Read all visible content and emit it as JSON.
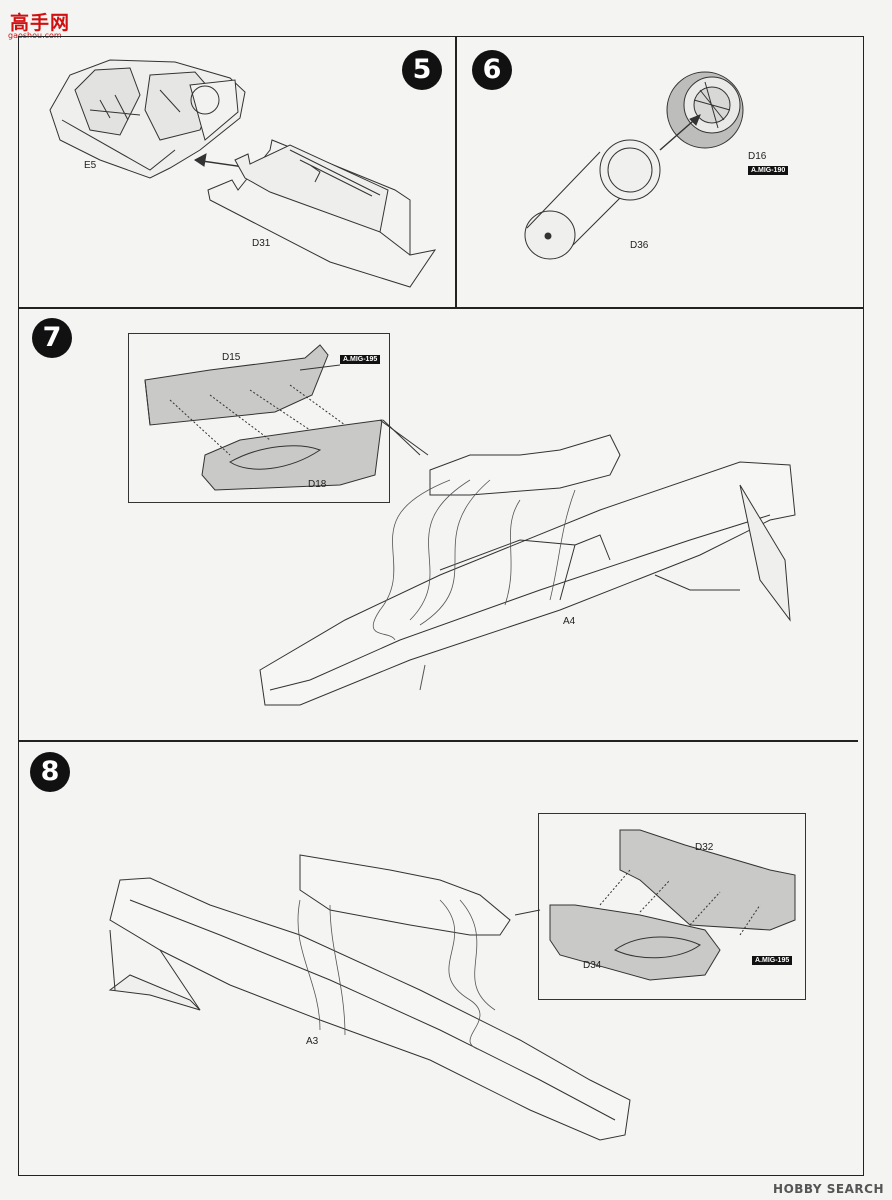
{
  "watermark": {
    "logo_text": "高手网",
    "logo_url": "gaoshou.com",
    "footer": "HOBBY SEARCH"
  },
  "steps": [
    {
      "number": "5",
      "parts": [
        "E5",
        "D31"
      ]
    },
    {
      "number": "6",
      "parts": [
        "D16",
        "D36"
      ],
      "paint": "A.MIG-190"
    },
    {
      "number": "7",
      "parts": [
        "D15",
        "D18",
        "A4"
      ],
      "paint": "A.MIG-195"
    },
    {
      "number": "8",
      "parts": [
        "D32",
        "D34",
        "A3"
      ],
      "paint": "A.MIG-195"
    }
  ]
}
